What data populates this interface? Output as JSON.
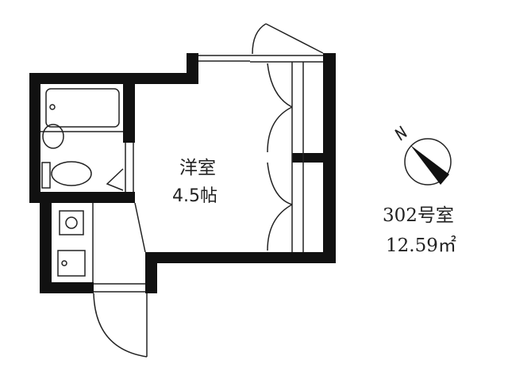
{
  "room": {
    "name": "洋室",
    "size": "4.5帖"
  },
  "unit": {
    "number": "302号室",
    "area": "12.59㎡"
  },
  "compass": {
    "label": "N",
    "icon": "north-arrow-icon"
  },
  "colors": {
    "wall": "#111111",
    "line": "#222222",
    "background": "#ffffff"
  }
}
